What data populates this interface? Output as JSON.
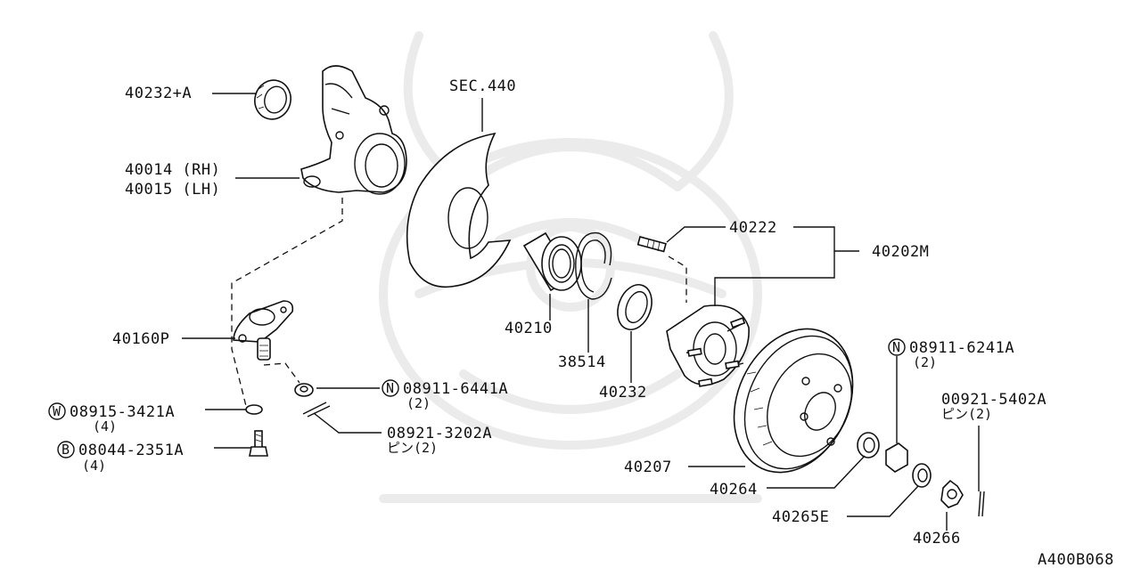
{
  "diagram_id": "A400B068",
  "section_ref": "SEC.440",
  "parts": {
    "p40232A": "40232+A",
    "p40014": "40014 (RH)",
    "p40015": "40015 (LH)",
    "p40160P": "40160P",
    "w_code": "08915-3421A",
    "w_qty": "(4)",
    "w_prefix": "W",
    "b_code": "08044-2351A",
    "b_qty": "(4)",
    "b_prefix": "B",
    "n1_code": "08911-6441A",
    "n1_qty": "(2)",
    "n_prefix": "N",
    "pin1_code": "08921-3202A",
    "pin1_qty": "ピン(2)",
    "p40210": "40210",
    "p38514": "38514",
    "p40232": "40232",
    "p40222": "40222",
    "p40202M": "40202M",
    "n2_code": "08911-6241A",
    "n2_qty": "(2)",
    "pin2_code": "00921-5402A",
    "pin2_qty": "ピン(2)",
    "p40207": "40207",
    "p40264": "40264",
    "p40265E": "40265E",
    "p40266": "40266"
  }
}
